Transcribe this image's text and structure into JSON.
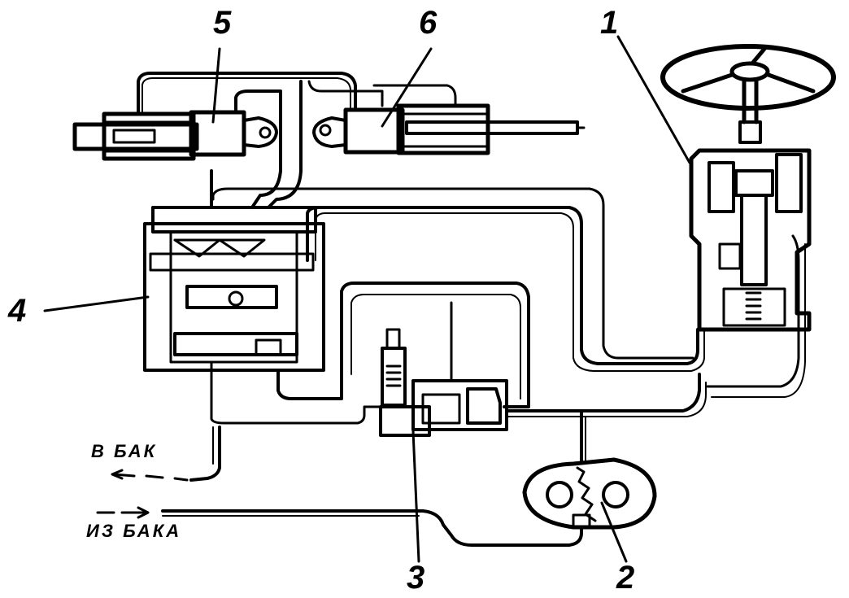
{
  "labels": {
    "steering_gear": "1",
    "pump": "2",
    "valve": "3",
    "distributor": "4",
    "cylinder_left": "5",
    "cylinder_right": "6"
  },
  "captions": {
    "to_tank": "В БАК",
    "from_tank": "ИЗ БАКА"
  },
  "colors": {
    "ink": "#000000",
    "paper": "#ffffff"
  }
}
